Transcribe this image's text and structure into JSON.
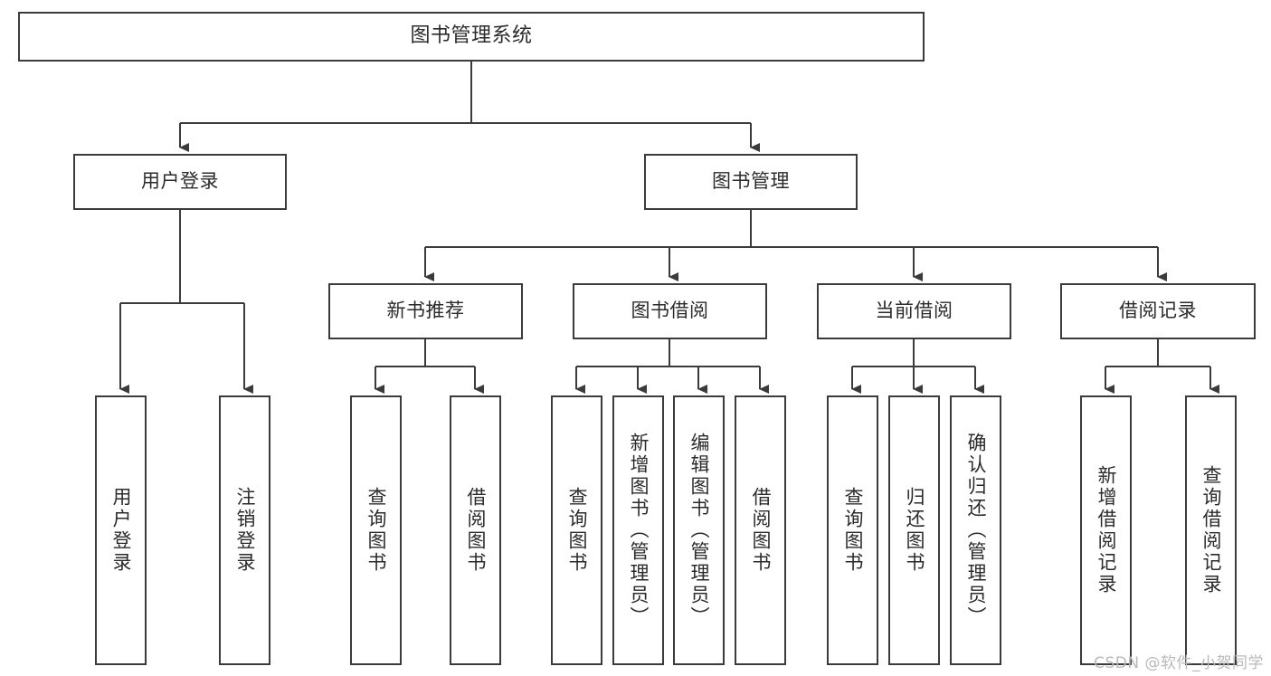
{
  "diagram": {
    "title": "图书管理系统",
    "type": "tree-hierarchy",
    "line_color": "#3b3b3b",
    "box_border_color": "#3b3b3b",
    "box_fill_color": "#ffffff",
    "text_color": "#2b2b2b",
    "background_color": "#ffffff"
  },
  "nodes": {
    "root": {
      "label": "图书管理系统"
    },
    "level1": [
      {
        "label": "用户登录"
      },
      {
        "label": "图书管理"
      }
    ],
    "level2": [
      {
        "label": "新书推荐"
      },
      {
        "label": "图书借阅"
      },
      {
        "label": "当前借阅"
      },
      {
        "label": "借阅记录"
      }
    ],
    "leaves": {
      "user_login": [
        {
          "label": "用户登录"
        },
        {
          "label": "注销登录"
        }
      ],
      "new_book_recommend": [
        {
          "label": "查询图书"
        },
        {
          "label": "借阅图书"
        }
      ],
      "book_borrow": [
        {
          "label": "查询图书"
        },
        {
          "label": "新增图书（管理员）"
        },
        {
          "label": "编辑图书（管理员）"
        },
        {
          "label": "借阅图书"
        }
      ],
      "current_borrow": [
        {
          "label": "查询图书"
        },
        {
          "label": "归还图书"
        },
        {
          "label": "确认归还（管理员）"
        }
      ],
      "borrow_record": [
        {
          "label": "新增借阅记录"
        },
        {
          "label": "查询借阅记录"
        }
      ]
    }
  },
  "watermark": {
    "text": "CSDN @软件_小贺同学"
  }
}
